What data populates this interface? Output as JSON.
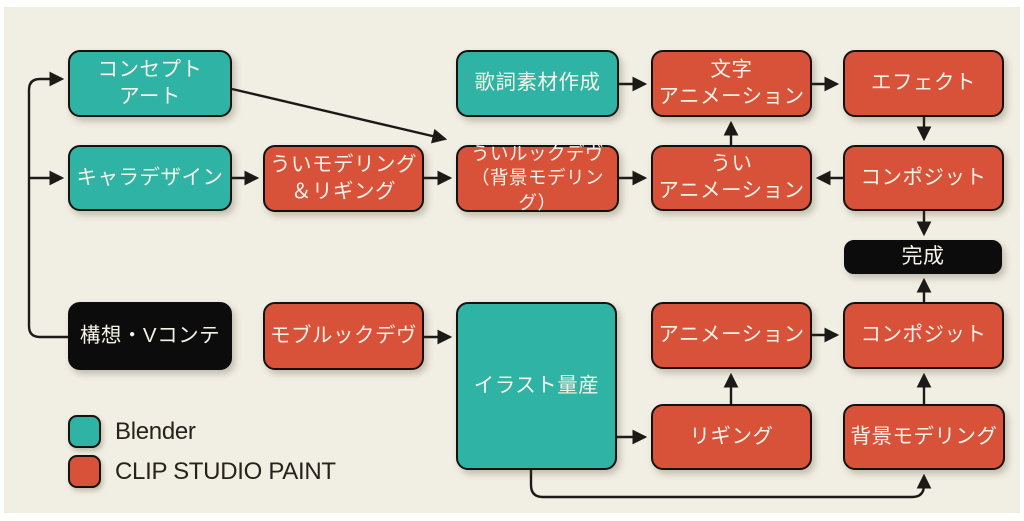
{
  "palette": {
    "blender_teal": "#2fb3a4",
    "clip_studio_orange": "#d8523a",
    "black_node": "#0c0c0c",
    "background_cream": "#f1eee3",
    "frame_white": "#ffffff",
    "arrow_line": "#1c1a17",
    "node_text": "#f7f2e8",
    "legend_text": "#26221c"
  },
  "nodes": {
    "concept_art": {
      "label": "コンセプト\nアート",
      "tool": "Blender"
    },
    "chara_design": {
      "label": "キャラデザイン",
      "tool": "Blender"
    },
    "kousou_vconte": {
      "label": "構想・Vコンテ",
      "tool": ""
    },
    "ui_modeling": {
      "label": "ういモデリング\n＆リギング",
      "tool": "CLIP STUDIO PAINT"
    },
    "mob_lookdev": {
      "label": "モブルックデヴ",
      "tool": "CLIP STUDIO PAINT"
    },
    "kashi_sozai": {
      "label": "歌詞素材作成",
      "tool": "Blender"
    },
    "ui_lookdev": {
      "label": "ういルックデヴ\n（背景モデリング）",
      "tool": "CLIP STUDIO PAINT"
    },
    "illust_ryosan": {
      "label": "イラスト量産",
      "tool": "Blender"
    },
    "moji_animation": {
      "label": "文字\nアニメーション",
      "tool": "CLIP STUDIO PAINT"
    },
    "ui_animation": {
      "label": "うい\nアニメーション",
      "tool": "CLIP STUDIO PAINT"
    },
    "effect": {
      "label": "エフェクト",
      "tool": "CLIP STUDIO PAINT"
    },
    "composite_top": {
      "label": "コンポジット",
      "tool": "CLIP STUDIO PAINT"
    },
    "kansei": {
      "label": "完成",
      "tool": ""
    },
    "animation": {
      "label": "アニメーション",
      "tool": "CLIP STUDIO PAINT"
    },
    "composite_bottom": {
      "label": "コンポジット",
      "tool": "CLIP STUDIO PAINT"
    },
    "rigging": {
      "label": "リギング",
      "tool": "CLIP STUDIO PAINT"
    },
    "haikei_modeling": {
      "label": "背景モデリング",
      "tool": "CLIP STUDIO PAINT"
    }
  },
  "legend": {
    "items": [
      {
        "label": "Blender",
        "color": "#2fb3a4"
      },
      {
        "label": "CLIP STUDIO PAINT",
        "color": "#d8523a"
      }
    ]
  }
}
